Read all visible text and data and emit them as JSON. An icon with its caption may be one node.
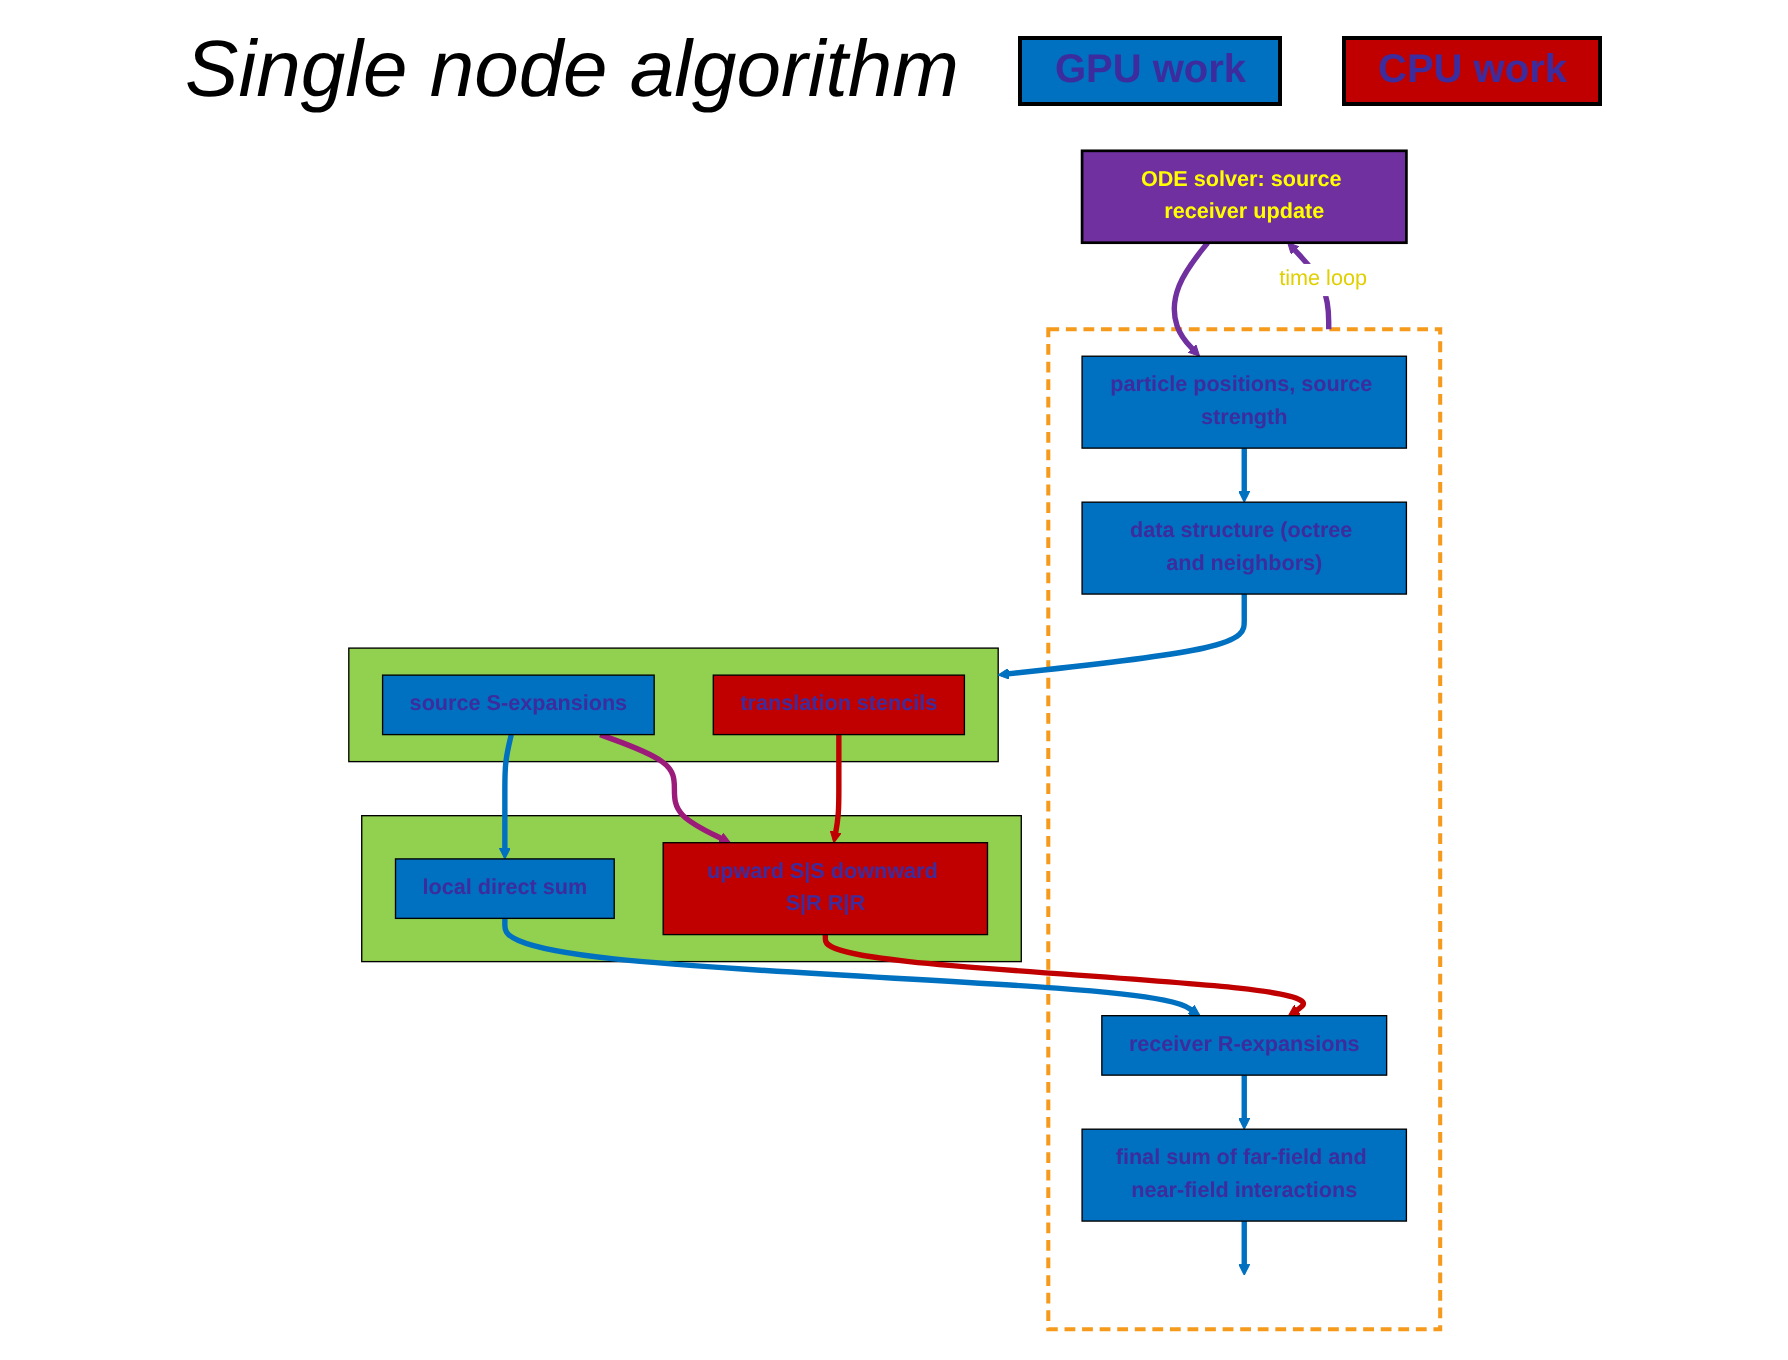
{
  "diagram": {
    "title": "Single node algorithm",
    "nodes": [
      {
        "text": [
          "ODE solver: source receiver update"
        ]
      },
      {
        "text": [],
        "shape": "box"
      },
      {
        "text": [
          "particle positions, source strength"
        ],
        "in": 1
      },
      {
        "text": [
          "data structure (octree and neighbors)"
        ],
        "in": 1
      },
      {
        "text": [],
        "shape": "box"
      },
      {
        "text": [
          "source S-expansions"
        ],
        "in": 4
      },
      {
        "text": [
          "translation stencils"
        ],
        "in": 4
      },
      {
        "text": [],
        "shape": "box"
      },
      {
        "text": [
          "local direct sum"
        ],
        "in": 7
      },
      {
        "text": [
          "upward S|S downward S|R R|R"
        ],
        "in": 7
      },
      {
        "text": [
          "receiver R-expansions"
        ],
        "in": 1
      },
      {
        "text": [
          "final sum of far-field and near-field interactions"
        ],
        "in": 1
      }
    ],
    "edges": [
      {
        "from": 0,
        "to": 2,
        "arrow": "to",
        "color": "#7030a0"
      },
      {
        "from": 2,
        "to": 3,
        "arrow": "to"
      },
      {
        "from": 3,
        "to": 4,
        "arrow": "to"
      },
      {
        "from": 5,
        "to": 8,
        "arrow": "to"
      },
      {
        "from": 6,
        "to": 9,
        "arrow": "to",
        "color": "#c00000"
      },
      {
        "from": 5,
        "to": 9,
        "arrow": "to",
        "color": "#9b1a7a"
      },
      {
        "from": 8,
        "to": 10,
        "arrow": "to"
      },
      {
        "from": 9,
        "to": 10,
        "arrow": "to",
        "color": "#c00000"
      },
      {
        "from": 10,
        "to": 11,
        "arrow": "to"
      },
      {
        "from": 11,
        "to": null,
        "arrow": "to"
      },
      {
        "from": 1,
        "to": 0,
        "arrow": "to",
        "label": "time loop",
        "color": "#7030a0"
      }
    ],
    "legend": [
      {
        "text": "GPU work",
        "color": "#0070c0"
      },
      {
        "text": "CPU work",
        "color": "#c00000"
      }
    ]
  }
}
